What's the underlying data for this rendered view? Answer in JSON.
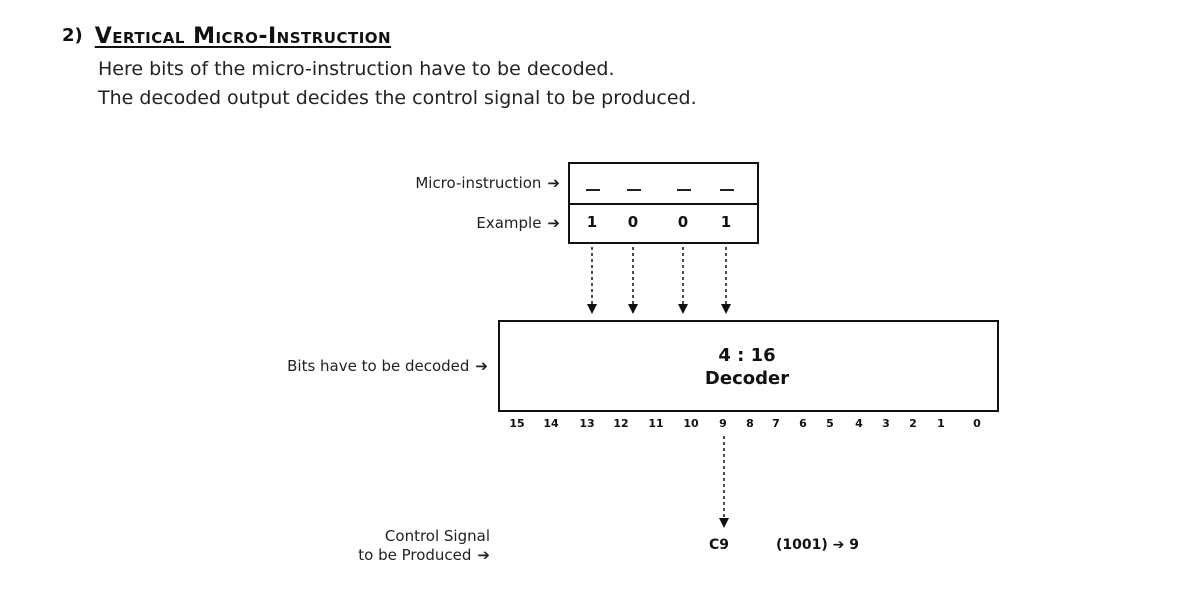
{
  "section": {
    "number": "2)",
    "title": "Vertical Micro-Instruction",
    "lines": [
      "Here bits of the micro-instruction have to be decoded.",
      "The decoded output decides the control signal to be produced."
    ]
  },
  "diagram": {
    "labels": {
      "micro_instruction": "Micro-instruction",
      "example": "Example",
      "bits_decoded": "Bits have to be decoded",
      "control_signal_line1": "Control Signal",
      "control_signal_line2": "to be Produced",
      "arrow": "➔"
    },
    "micro_instruction_bits": [
      "_",
      "_",
      "_",
      "_"
    ],
    "example_bits": [
      "1",
      "0",
      "0",
      "1"
    ],
    "decoder": {
      "ratio": "4 : 16",
      "name": "Decoder"
    },
    "outputs": [
      "15",
      "14",
      "13",
      "12",
      "11",
      "10",
      "9",
      "8",
      "7",
      "6",
      "5",
      "4",
      "3",
      "2",
      "1",
      "0"
    ],
    "selected_output": "9",
    "control_signal": "C9",
    "mapping": "(1001) ➔ 9"
  }
}
